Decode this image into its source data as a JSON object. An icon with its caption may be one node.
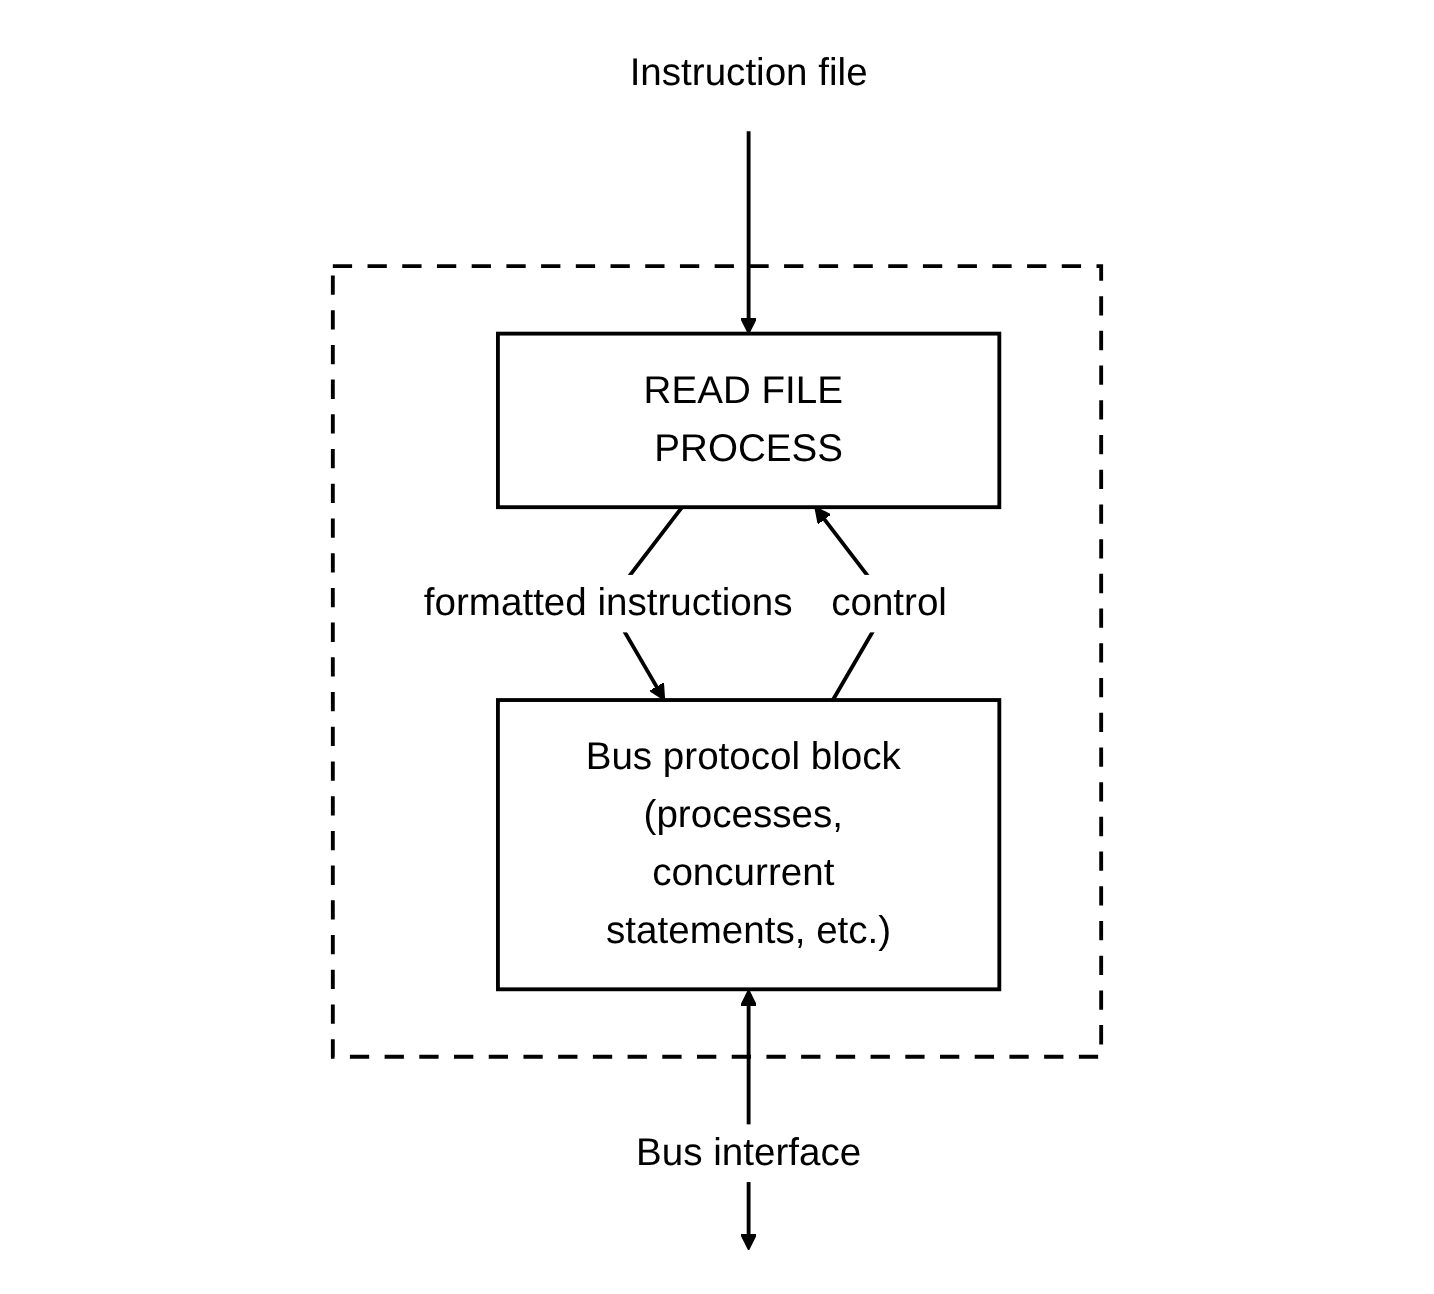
{
  "diagram": {
    "nodes": [
      {
        "text": [],
        "shape": "box"
      },
      {
        "text": [
          "READ FILE PROCESS"
        ],
        "in": 0
      },
      {
        "text": [
          "Bus protocol block (processes, concurrent statements, etc.)"
        ],
        "in": 0
      },
      {
        "text": [
          "Instruction file"
        ]
      }
    ],
    "edges": [
      {
        "from": 3,
        "to": 1,
        "arrow": "to"
      },
      {
        "from": 1,
        "to": 2,
        "arrow": "to",
        "label": "formatted instructions"
      },
      {
        "from": 2,
        "to": 1,
        "arrow": "to",
        "label": "control"
      },
      {
        "from": 2,
        "to": null,
        "arrow": "both",
        "label": "Bus interface"
      }
    ]
  }
}
